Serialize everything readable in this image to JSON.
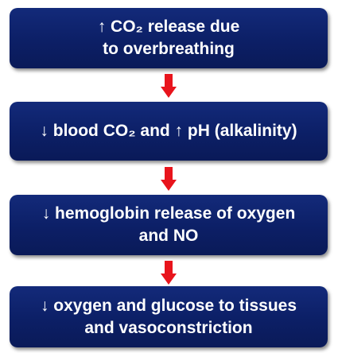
{
  "diagram": {
    "steps": [
      {
        "label": "↑ CO₂ release due\nto overbreathing"
      },
      {
        "label": "↓ blood CO₂ and ↑ pH (alkalinity)"
      },
      {
        "label": "↓ hemoglobin release of oxygen\nand NO"
      },
      {
        "label": "↓ oxygen and glucose to tissues\nand vasoconstriction"
      }
    ],
    "colors": {
      "box_fill": "#0c1f66",
      "box_text": "#ffffff",
      "arrow": "#e8141c"
    }
  }
}
